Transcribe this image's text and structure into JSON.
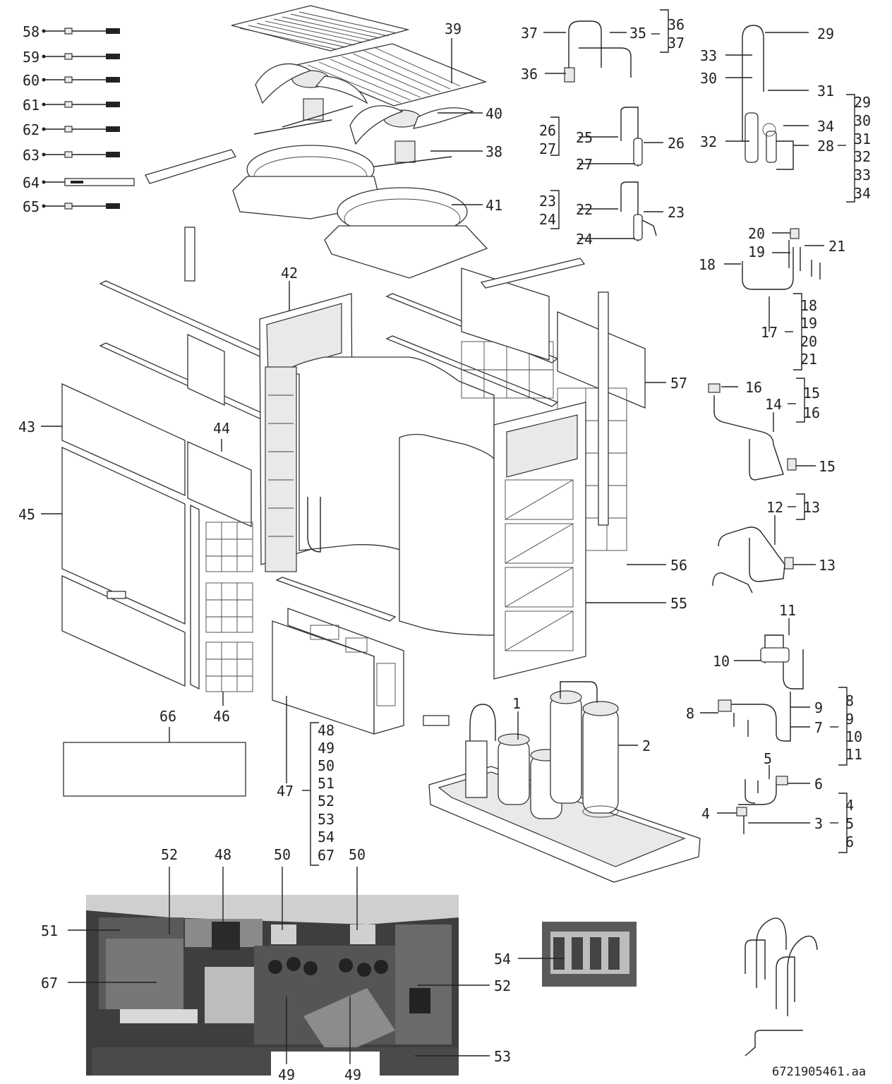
{
  "drawing_code": "6721905461.aa",
  "callouts": [
    {
      "id": "c58",
      "text": "58"
    },
    {
      "id": "c59",
      "text": "59"
    },
    {
      "id": "c60",
      "text": "60"
    },
    {
      "id": "c61",
      "text": "61"
    },
    {
      "id": "c62",
      "text": "62"
    },
    {
      "id": "c63",
      "text": "63"
    },
    {
      "id": "c64",
      "text": "64"
    },
    {
      "id": "c65",
      "text": "65"
    },
    {
      "id": "c39",
      "text": "39"
    },
    {
      "id": "c40",
      "text": "40"
    },
    {
      "id": "c38",
      "text": "38"
    },
    {
      "id": "c41",
      "text": "41"
    },
    {
      "id": "c37",
      "text": "37"
    },
    {
      "id": "c35",
      "text": "35"
    },
    {
      "id": "c36",
      "text": "36"
    },
    {
      "id": "c29",
      "text": "29"
    },
    {
      "id": "c33",
      "text": "33"
    },
    {
      "id": "c30",
      "text": "30"
    },
    {
      "id": "c31",
      "text": "31"
    },
    {
      "id": "c34",
      "text": "34"
    },
    {
      "id": "c32",
      "text": "32"
    },
    {
      "id": "c28",
      "text": "28"
    },
    {
      "id": "c25",
      "text": "25"
    },
    {
      "id": "c26",
      "text": "26"
    },
    {
      "id": "c27",
      "text": "27"
    },
    {
      "id": "c22",
      "text": "22"
    },
    {
      "id": "c23",
      "text": "23"
    },
    {
      "id": "c24",
      "text": "24"
    },
    {
      "id": "c20",
      "text": "20"
    },
    {
      "id": "c21",
      "text": "21"
    },
    {
      "id": "c19",
      "text": "19"
    },
    {
      "id": "c18",
      "text": "18"
    },
    {
      "id": "c17",
      "text": "17"
    },
    {
      "id": "c16",
      "text": "16"
    },
    {
      "id": "c14",
      "text": "14"
    },
    {
      "id": "c15",
      "text": "15"
    },
    {
      "id": "c12",
      "text": "12"
    },
    {
      "id": "c13",
      "text": "13"
    },
    {
      "id": "c11",
      "text": "11"
    },
    {
      "id": "c10",
      "text": "10"
    },
    {
      "id": "c8",
      "text": "8"
    },
    {
      "id": "c9",
      "text": "9"
    },
    {
      "id": "c7",
      "text": "7"
    },
    {
      "id": "c5",
      "text": "5"
    },
    {
      "id": "c6",
      "text": "6"
    },
    {
      "id": "c4",
      "text": "4"
    },
    {
      "id": "c3",
      "text": "3"
    },
    {
      "id": "c1",
      "text": "1"
    },
    {
      "id": "c2",
      "text": "2"
    },
    {
      "id": "c42",
      "text": "42"
    },
    {
      "id": "c43",
      "text": "43"
    },
    {
      "id": "c44",
      "text": "44"
    },
    {
      "id": "c45",
      "text": "45"
    },
    {
      "id": "c46",
      "text": "46"
    },
    {
      "id": "c47",
      "text": "47"
    },
    {
      "id": "c55",
      "text": "55"
    },
    {
      "id": "c56",
      "text": "56"
    },
    {
      "id": "c57",
      "text": "57"
    },
    {
      "id": "c66",
      "text": "66"
    },
    {
      "id": "p52a",
      "text": "52"
    },
    {
      "id": "p48",
      "text": "48"
    },
    {
      "id": "p50a",
      "text": "50"
    },
    {
      "id": "p50b",
      "text": "50"
    },
    {
      "id": "p51",
      "text": "51"
    },
    {
      "id": "p67",
      "text": "67"
    },
    {
      "id": "p52b",
      "text": "52"
    },
    {
      "id": "p53",
      "text": "53"
    },
    {
      "id": "p49a",
      "text": "49"
    },
    {
      "id": "p49b",
      "text": "49"
    },
    {
      "id": "p54",
      "text": "54"
    }
  ],
  "groups": [
    {
      "id": "g35",
      "items": [
        "36",
        "37"
      ]
    },
    {
      "id": "g28",
      "items": [
        "29",
        "30",
        "31",
        "32",
        "33",
        "34"
      ]
    },
    {
      "id": "g25",
      "items": [
        "26",
        "27"
      ]
    },
    {
      "id": "g22",
      "items": [
        "23",
        "24"
      ]
    },
    {
      "id": "g17",
      "items": [
        "18",
        "19",
        "20",
        "21"
      ]
    },
    {
      "id": "g14",
      "items": [
        "15",
        "16"
      ]
    },
    {
      "id": "g12",
      "items": [
        "13"
      ]
    },
    {
      "id": "g7",
      "items": [
        "8",
        "9",
        "10",
        "11"
      ]
    },
    {
      "id": "g3",
      "items": [
        "4",
        "5",
        "6"
      ]
    },
    {
      "id": "g47",
      "items": [
        "48",
        "49",
        "50",
        "51",
        "52",
        "53",
        "54",
        "67"
      ]
    }
  ]
}
